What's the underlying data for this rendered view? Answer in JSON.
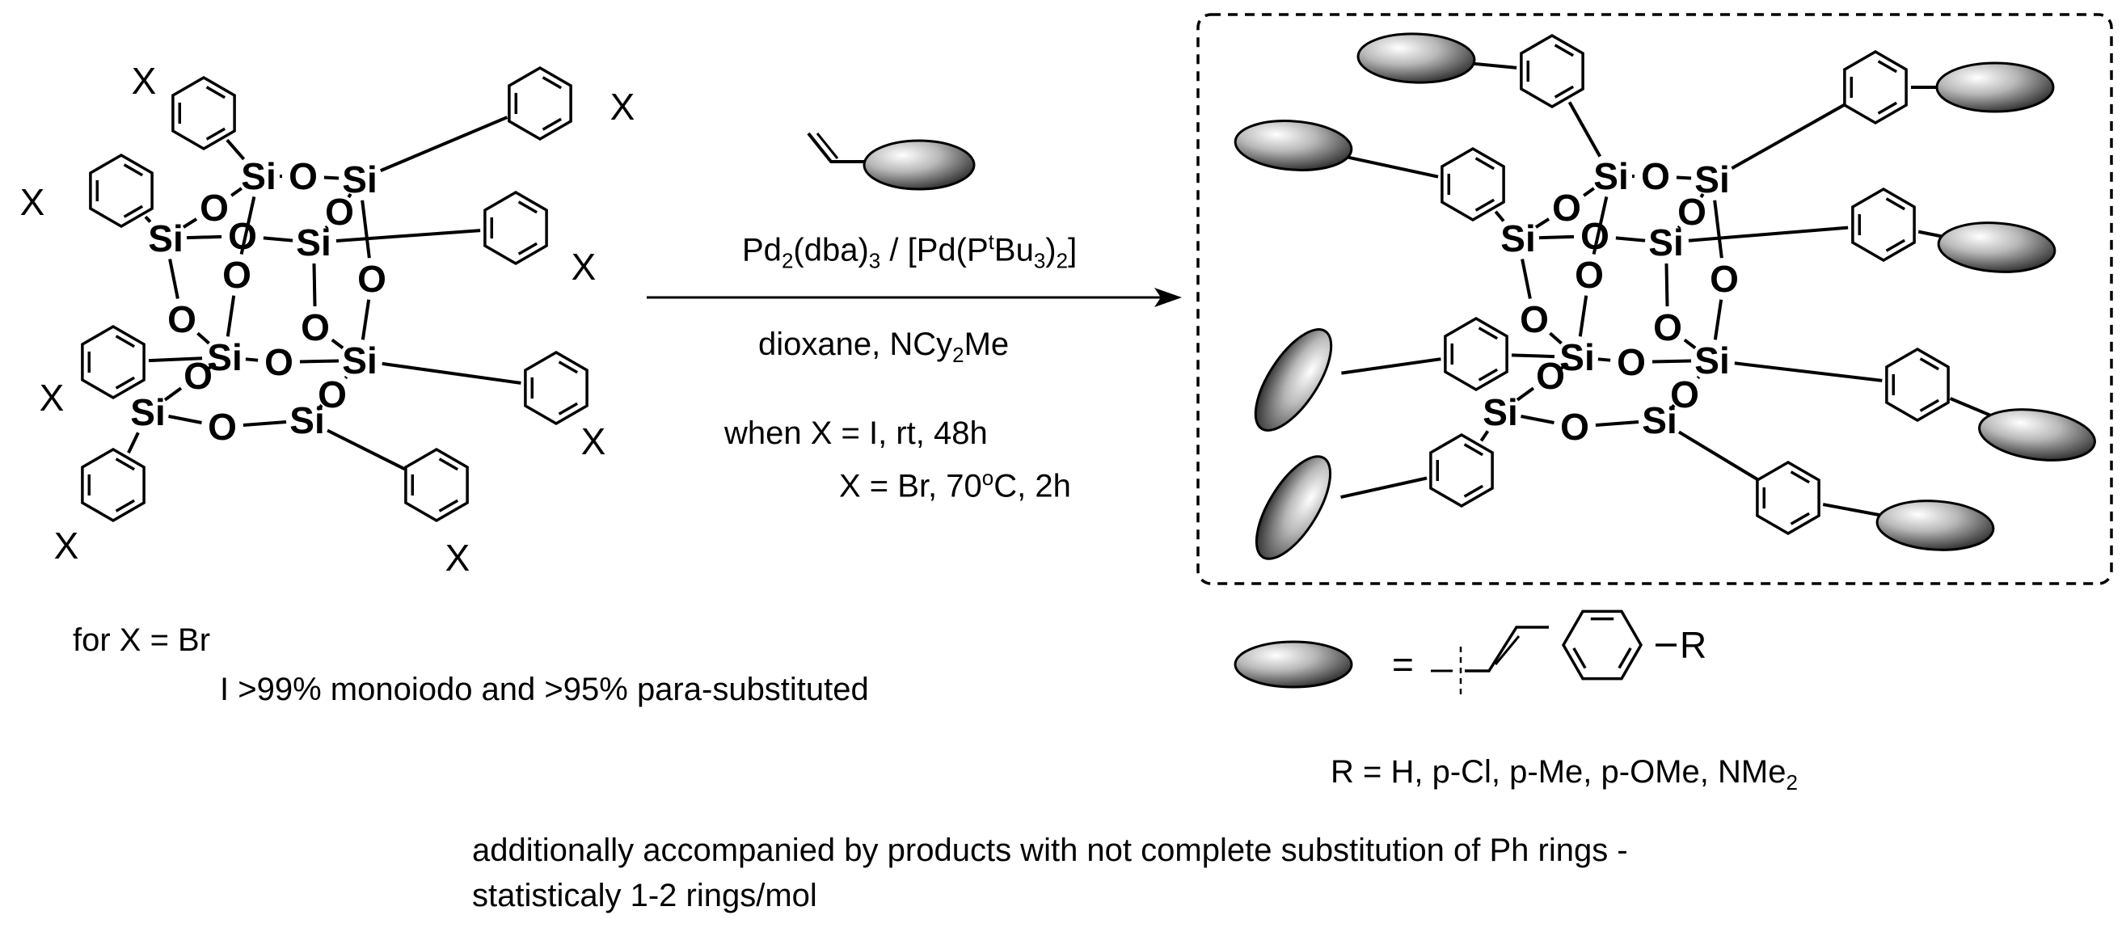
{
  "reactant": {
    "atoms": {
      "si": "Si",
      "o": "O"
    },
    "substituent_label": "X"
  },
  "product": {
    "atoms": {
      "si": "Si",
      "o": "O"
    }
  },
  "reagent": {
    "catalyst": {
      "pd2": "Pd",
      "pd2_sub": "2",
      "dba": "(dba)",
      "dba_sub": "3",
      "sep": " / [Pd(P",
      "sup_t": "t",
      "bu": "Bu",
      "bu_sub": "3",
      "close": ")",
      "close_sub": "2",
      "end": "]"
    },
    "solvent": {
      "text": "dioxane, NCy",
      "sub": "2",
      "end": "Me"
    },
    "condition_i": "when X = I, rt, 48h",
    "condition_br": {
      "text": "X = Br, 70",
      "sup": "o",
      "end": "C, 2h"
    }
  },
  "notes": {
    "for_x": "for X = Br",
    "for_i": "I  >99% monoiodo and >95% para-substituted",
    "equals": "=",
    "r_label": "R",
    "r_values": {
      "text": "R = H, p-Cl, p-Me, p-OMe, NMe",
      "sub": "2"
    },
    "footnote_line1": "additionally accompanied by products with not complete substitution of Ph rings -",
    "footnote_line2": "statisticaly 1-2 rings/mol"
  }
}
